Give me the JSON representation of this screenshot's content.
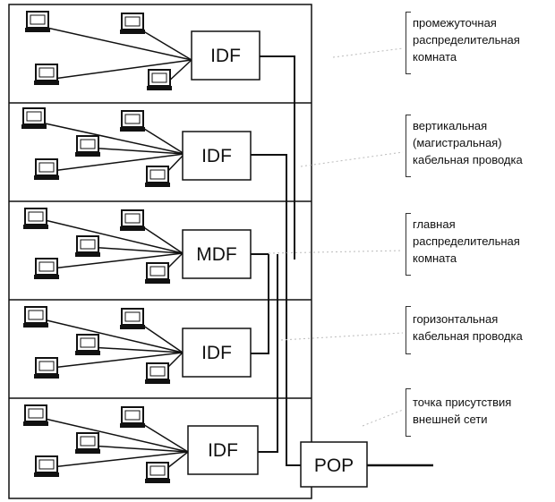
{
  "boxes": [
    "IDF",
    "IDF",
    "MDF",
    "IDF",
    "IDF",
    "POP"
  ],
  "legend": [
    {
      "lines": [
        "промежуточная",
        "распределительная",
        "комната"
      ]
    },
    {
      "lines": [
        "вертикальная",
        "(магистральная)",
        "кабельная проводка"
      ]
    },
    {
      "lines": [
        "главная",
        "распределительная",
        "комната"
      ]
    },
    {
      "lines": [
        "горизонтальная",
        "кабельная проводка"
      ]
    },
    {
      "lines": [
        "точка присутствия",
        "внешней сети"
      ]
    }
  ]
}
